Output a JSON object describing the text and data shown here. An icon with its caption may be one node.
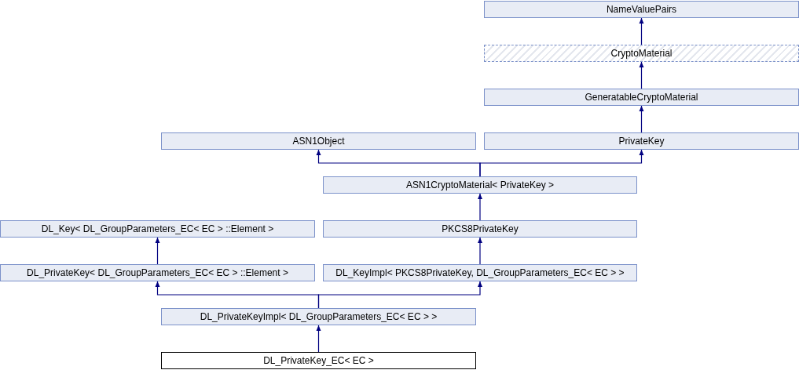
{
  "diagram": {
    "nodes": [
      {
        "text": [
          "NameValuePairs"
        ]
      },
      {
        "text": [
          "CryptoMaterial"
        ]
      },
      {
        "text": [
          "GeneratableCryptoMaterial"
        ]
      },
      {
        "text": [
          "ASN1Object"
        ]
      },
      {
        "text": [
          "PrivateKey"
        ]
      },
      {
        "text": [
          "ASN1CryptoMaterial< PrivateKey >"
        ]
      },
      {
        "text": [
          "DL_Key< DL_GroupParameters_EC< EC > ::Element >"
        ]
      },
      {
        "text": [
          "PKCS8PrivateKey"
        ]
      },
      {
        "text": [
          "DL_PrivateKey< DL_GroupParameters_EC< EC > ::Element >"
        ]
      },
      {
        "text": [
          "DL_KeyImpl< PKCS8PrivateKey, DL_GroupParameters_EC< EC > >"
        ]
      },
      {
        "text": [
          "DL_PrivateKeyImpl< DL_GroupParameters_EC< EC > >"
        ]
      },
      {
        "text": [
          "DL_PrivateKey_EC< EC >"
        ]
      }
    ],
    "edges": [
      {
        "from": 1,
        "to": 0,
        "arrow": "to"
      },
      {
        "from": 2,
        "to": 1,
        "arrow": "to"
      },
      {
        "from": 4,
        "to": 2,
        "arrow": "to"
      },
      {
        "from": 5,
        "to": 3,
        "arrow": "to"
      },
      {
        "from": 5,
        "to": 4,
        "arrow": "to"
      },
      {
        "from": 7,
        "to": 5,
        "arrow": "to"
      },
      {
        "from": 8,
        "to": 6,
        "arrow": "to"
      },
      {
        "from": 9,
        "to": 7,
        "arrow": "to"
      },
      {
        "from": 10,
        "to": 8,
        "arrow": "to"
      },
      {
        "from": 10,
        "to": 9,
        "arrow": "to"
      },
      {
        "from": 11,
        "to": 10,
        "arrow": "to"
      }
    ]
  }
}
